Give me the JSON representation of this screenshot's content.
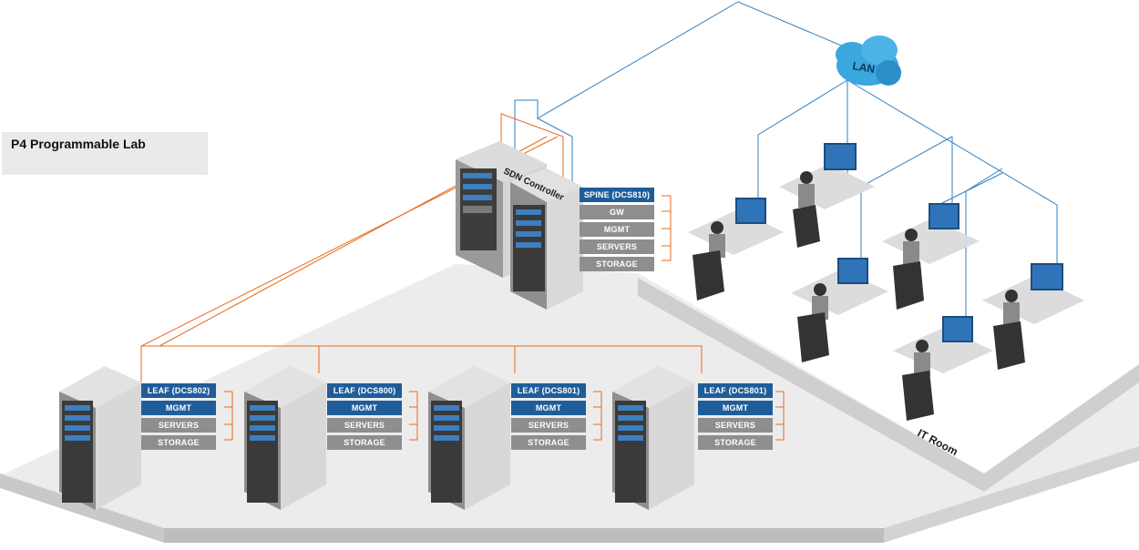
{
  "title": "P4 Programmable Lab",
  "lan_label": "LAN",
  "sdn_controller_label": "SDN Controller",
  "it_room_label": "IT Room",
  "spine_panel": [
    "SPINE (DCS810)",
    "GW",
    "MGMT",
    "SERVERS",
    "STORAGE"
  ],
  "leaf_panels": [
    [
      "LEAF (DCS802)",
      "MGMT",
      "SERVERS",
      "STORAGE"
    ],
    [
      "LEAF (DCS800)",
      "MGMT",
      "SERVERS",
      "STORAGE"
    ],
    [
      "LEAF (DCS801)",
      "MGMT",
      "SERVERS",
      "STORAGE"
    ],
    [
      "LEAF (DCS801)",
      "MGMT",
      "SERVERS",
      "STORAGE"
    ]
  ],
  "colors": {
    "orange_link": "#e86a1e",
    "blue_link": "#2f7fc1",
    "panel_blue": "#1f5d9a",
    "panel_grey": "#8e8e8e",
    "cloud": "#3aa7df",
    "floor": "#ececec"
  }
}
